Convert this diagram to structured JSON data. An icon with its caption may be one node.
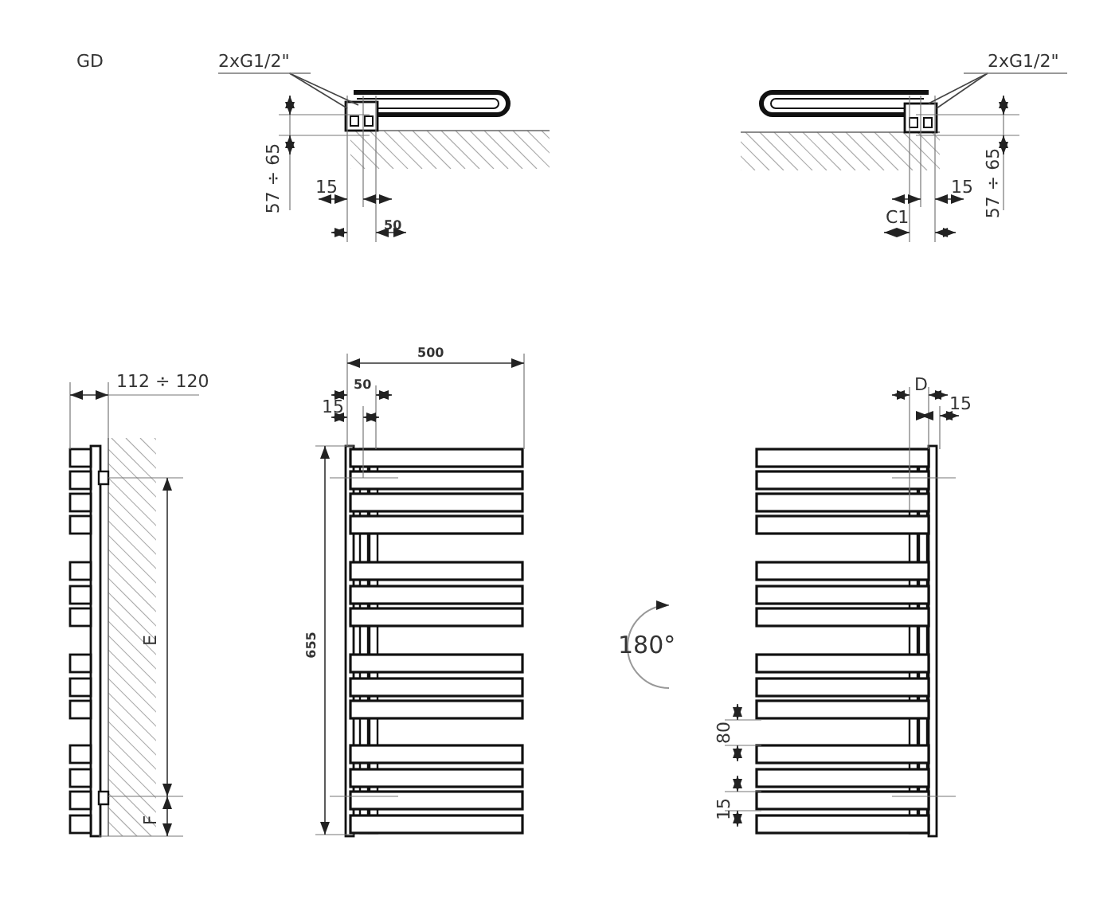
{
  "diagram": {
    "nodes": [
      {
        "text": [
          "2xG1/2\""
        ]
      },
      {
        "text": [
          "2xG1/2\""
        ]
      }
    ],
    "edges": [
      {
        "from": 0,
        "to": null,
        "arrow": "none"
      },
      {
        "from": 0,
        "to": null,
        "arrow": "none"
      },
      {
        "from": 1,
        "to": null,
        "arrow": "none"
      },
      {
        "from": 1,
        "to": null,
        "arrow": "none"
      }
    ],
    "labels": [
      "GD",
      "57 ÷ 65",
      "15",
      "50",
      "15",
      "C1",
      "57 ÷ 65",
      "112 ÷ 120",
      "E",
      "F",
      "500",
      "50",
      "15",
      "655",
      "180°",
      "D",
      "15",
      "80",
      "15"
    ]
  }
}
